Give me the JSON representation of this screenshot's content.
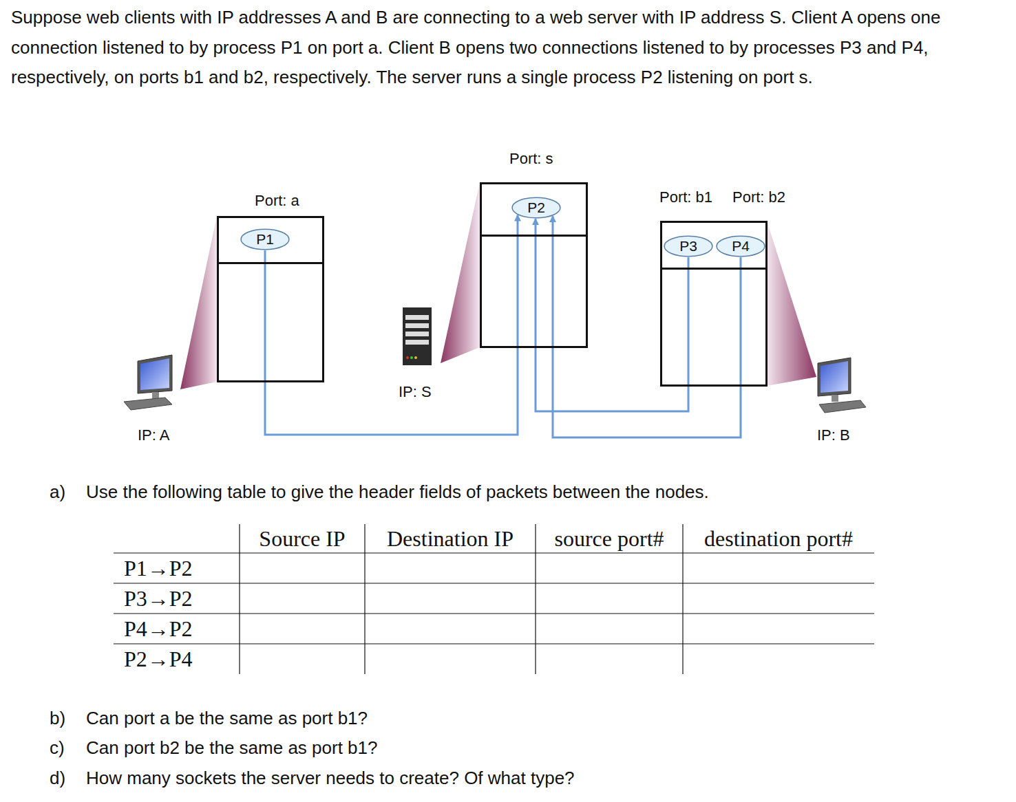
{
  "diagram": {
    "nodes": [
      {
        "text": [
          "Port: a"
        ]
      },
      {
        "text": [
          "P1"
        ],
        "in": 0
      },
      {
        "text": [
          "Port: s"
        ]
      },
      {
        "text": [
          "P2"
        ],
        "in": 2
      },
      {
        "text": [
          "Port: b1",
          "Port: b2"
        ]
      },
      {
        "text": [
          "P3"
        ],
        "in": 4
      },
      {
        "text": [
          "P4"
        ],
        "in": 4
      }
    ],
    "edges": [
      {
        "from": 1,
        "to": 3,
        "arrow": "to"
      },
      {
        "from": 5,
        "to": 3,
        "arrow": "to"
      },
      {
        "from": 6,
        "to": 3,
        "arrow": "to"
      }
    ],
    "labels": [
      "Suppose web clients with IP addresses A and B are connecting to a web server with IP address S. Client A opens one connection listened to by process P1 on port a. Client B opens two connections listened to by processes P3 and P4, respectively, on ports b1 and b2, respectively. The server runs a single process P2 listening on port s.",
      "IP: A",
      "IP: S",
      "IP: B",
      "a)",
      "Use the following table to give the header fields of packets between the nodes.",
      "Source IP",
      "Destination IP",
      "source port#",
      "destination port#",
      "P1→P2",
      "P3→P2",
      "P4→P2",
      "P2→P4",
      "b)",
      "Can port a be the same as port b1?",
      "c)",
      "Can port b2 be the same as port b1?",
      "d)",
      "How many sockets the server needs to create? Of what type?"
    ]
  }
}
